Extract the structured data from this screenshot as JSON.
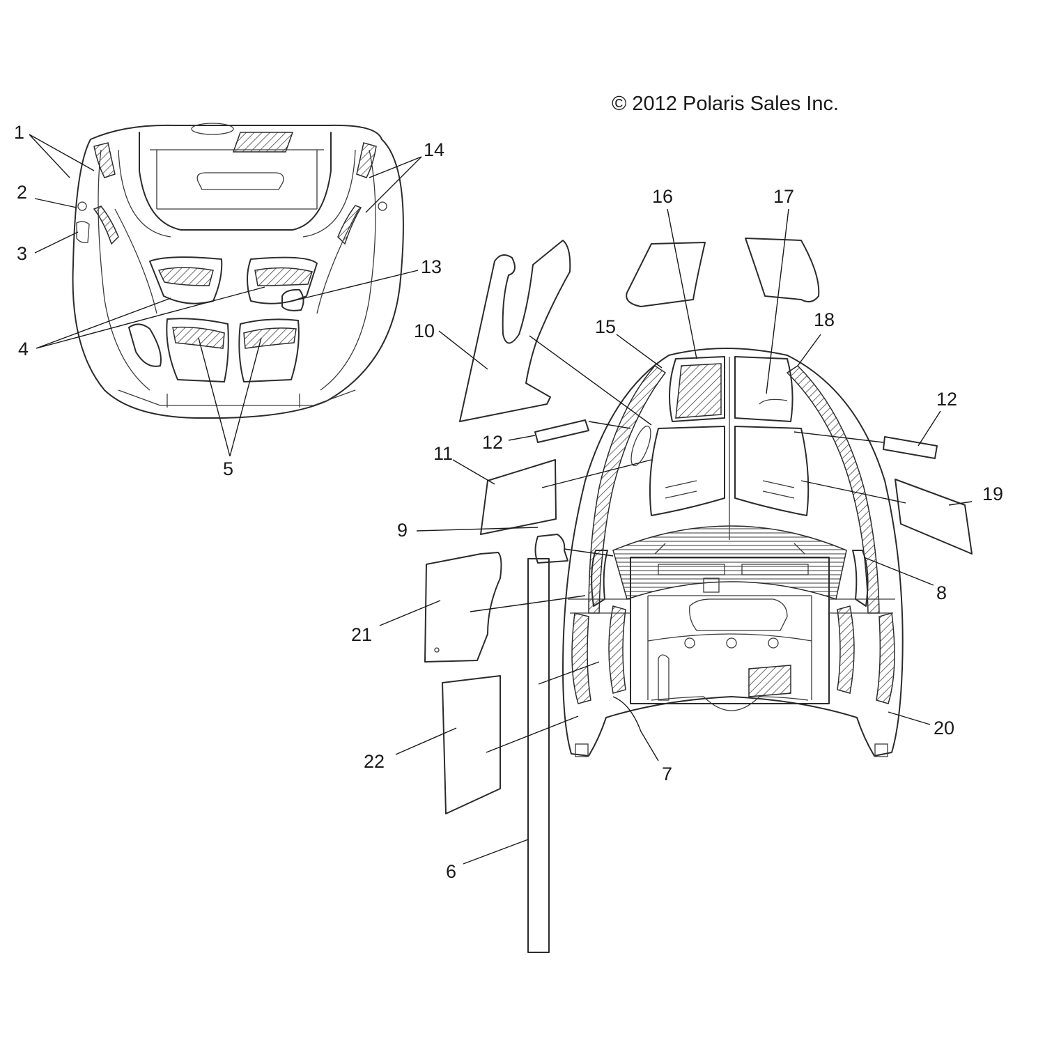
{
  "copyright": "© 2012 Polaris Sales Inc.",
  "callouts": [
    "1",
    "2",
    "3",
    "4",
    "5",
    "6",
    "7",
    "8",
    "9",
    "10",
    "11",
    "12",
    "12",
    "13",
    "14",
    "15",
    "16",
    "17",
    "18",
    "19",
    "20",
    "21",
    "22"
  ]
}
